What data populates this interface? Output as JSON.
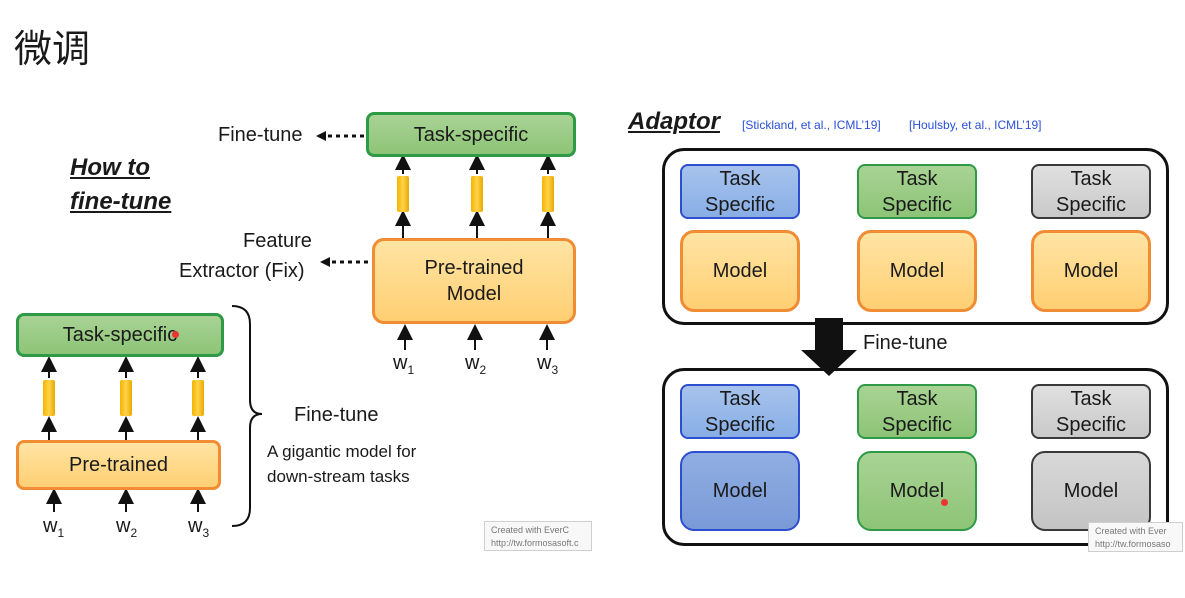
{
  "title": "微调",
  "left": {
    "how_to_line1": "How to",
    "how_to_line2": "fine-tune",
    "top_fine_tune": "Fine-tune",
    "feature_line1": "Feature",
    "feature_line2": "Extractor (Fix)",
    "top_task_box": "Task-specific",
    "pretrained_line1": "Pre-trained",
    "pretrained_line2": "Model",
    "top_words": [
      {
        "w": "w",
        "sub": "1"
      },
      {
        "w": "w",
        "sub": "2"
      },
      {
        "w": "w",
        "sub": "3"
      }
    ],
    "bottom_task_box": "Task-specific",
    "bottom_pretrained_box": "Pre-trained",
    "bottom_words": [
      {
        "w": "w",
        "sub": "1"
      },
      {
        "w": "w",
        "sub": "2"
      },
      {
        "w": "w",
        "sub": "3"
      }
    ],
    "brace_label": "Fine-tune",
    "desc_line1": "A gigantic model for",
    "desc_line2": "down-stream tasks"
  },
  "right": {
    "title": "Adaptor",
    "cite1": "[Stickland, et al., ICML’19]",
    "cite2": "[Houlsby, et al., ICML’19]",
    "arrow_label": "Fine-tune",
    "task_line1": "Task",
    "task_line2": "Specific",
    "model": "Model"
  },
  "watermark": {
    "line1": "Created  with  EverC",
    "line2": "http://tw.formosasoft.c",
    "line1b": "Created  with  Ever",
    "line2b": "http://tw.formosaso"
  },
  "colors": {
    "green_border": "#2e9a45",
    "orange_border": "#ef8c34",
    "blue_border": "#2d4fcf",
    "gray_border": "#3a3a3a",
    "adapter_fill": "#f4b400",
    "citation": "#2a4fd8"
  }
}
